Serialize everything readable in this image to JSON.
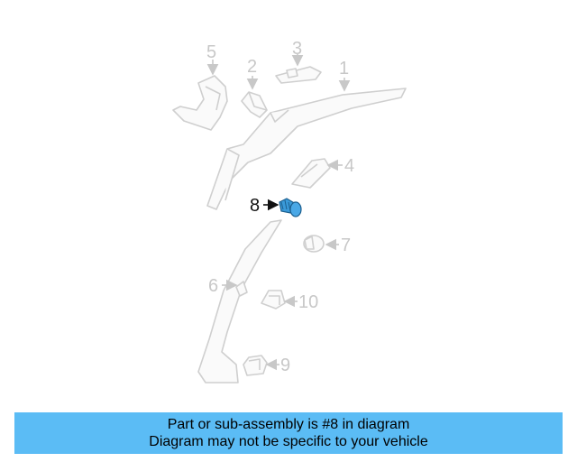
{
  "diagram": {
    "callouts": [
      "1",
      "2",
      "3",
      "4",
      "5",
      "6",
      "7",
      "8",
      "9",
      "10"
    ],
    "highlighted_part": "8",
    "highlight_color": "#3a9ad9",
    "muted_color": "#c8c8c8"
  },
  "banner": {
    "line1": "Part or sub-assembly is #8 in diagram",
    "line2": "Diagram may not be specific to your vehicle",
    "background": "#5bbcf5"
  }
}
